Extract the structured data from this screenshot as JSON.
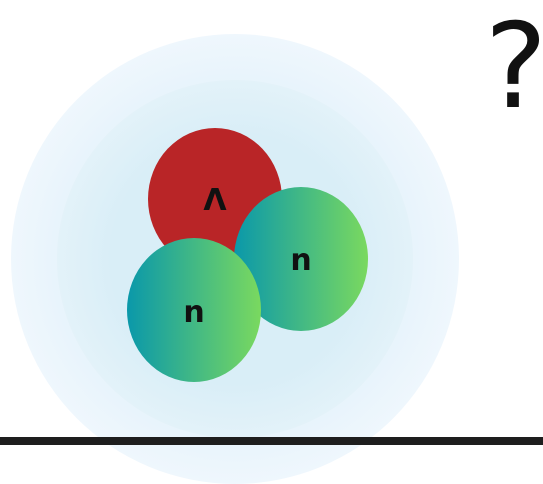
{
  "question_mark": "?",
  "particles": [
    {
      "id": "lambda",
      "symbol": "Λ",
      "color": "#b92527"
    },
    {
      "id": "neutron-right",
      "symbol": "n",
      "gradient": [
        "#0a98aa",
        "#7ad95f"
      ]
    },
    {
      "id": "neutron-left",
      "symbol": "n",
      "gradient": [
        "#0a98aa",
        "#7ad95f"
      ]
    }
  ],
  "colors": {
    "outer_halo": "#eef6fc",
    "inner_halo": "#ddf0f8",
    "baseline": "#1e1e1e",
    "background": "#ffffff"
  }
}
